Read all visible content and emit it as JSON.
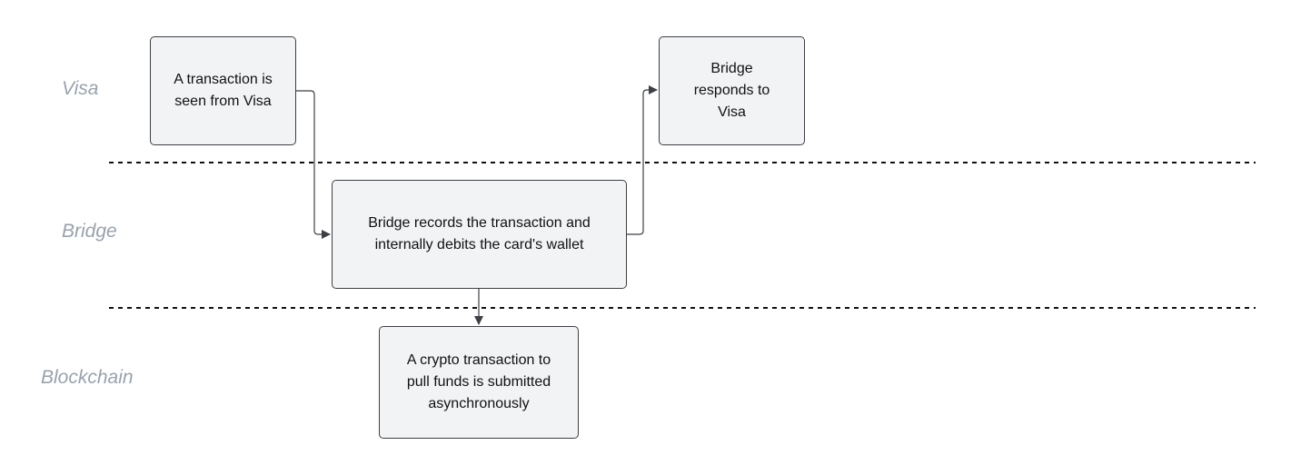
{
  "lanes": {
    "visa": "Visa",
    "bridge": "Bridge",
    "blockchain": "Blockchain"
  },
  "nodes": {
    "visa_transaction": "A transaction is\nseen from Visa",
    "bridge_responds": "Bridge\nresponds to\nVisa",
    "bridge_records": "Bridge records the transaction and\ninternally debits the card's wallet",
    "crypto_transaction": "A crypto transaction to\npull funds is submitted\nasynchronously"
  },
  "colors": {
    "node_fill": "#f2f3f5",
    "node_border": "#3d3f44",
    "lane_label": "#99a2ad",
    "connector": "#3d3f44",
    "divider": "#111111"
  }
}
